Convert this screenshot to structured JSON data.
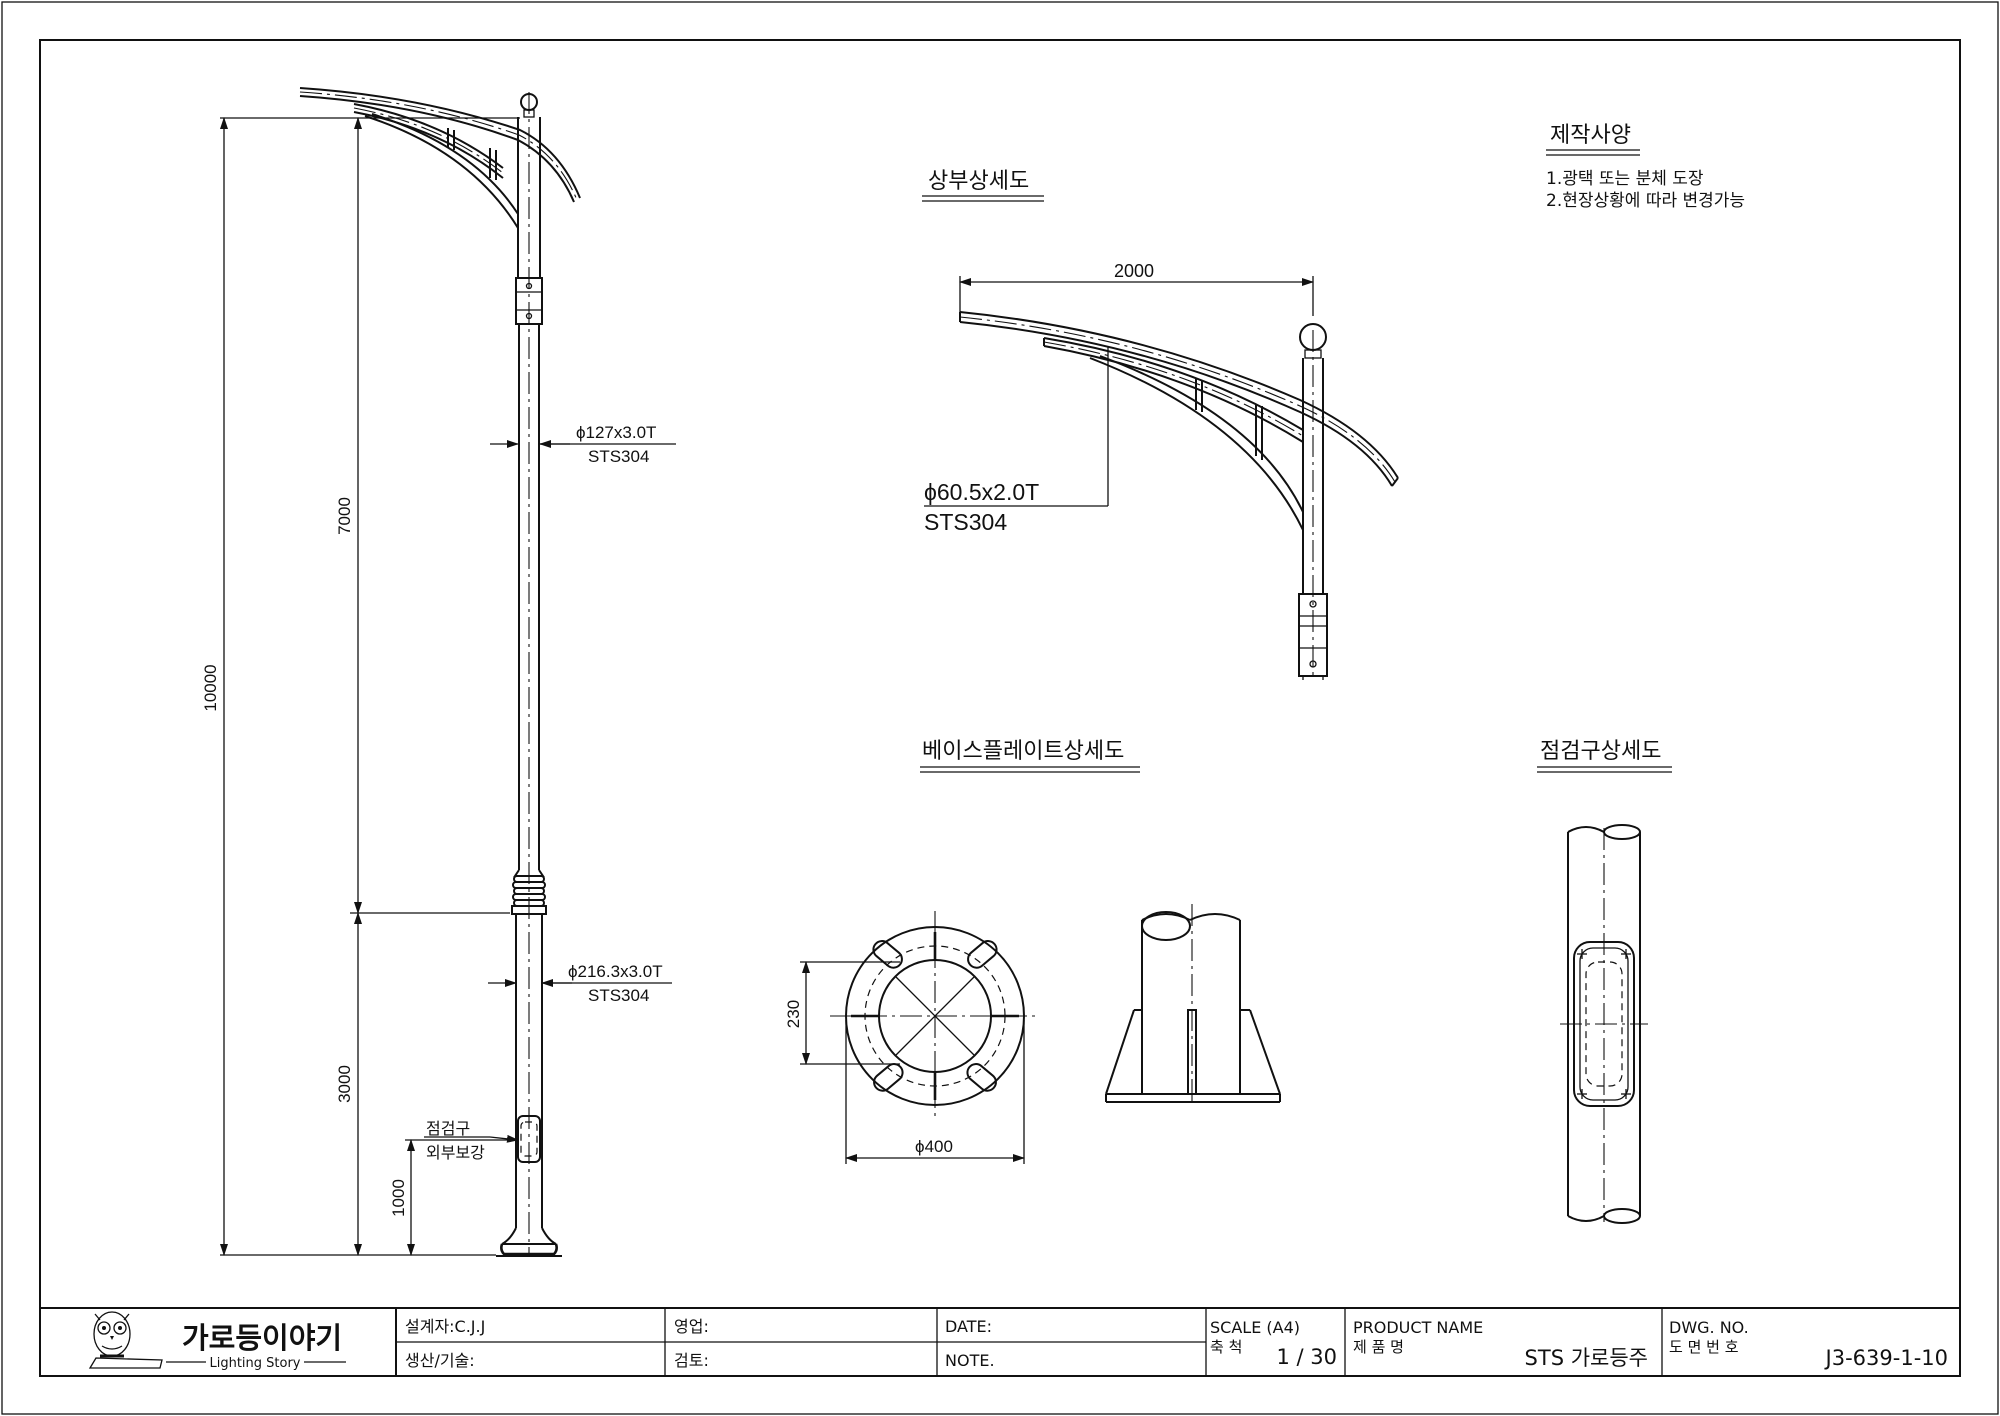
{
  "colors": {
    "ink": "#111111",
    "paper": "#ffffff"
  },
  "dimensions": {
    "total_height": "10000",
    "upper_height": "7000",
    "lower_height": "3000",
    "inspection_height": "1000",
    "arm_length": "2000",
    "base_inner": "230",
    "base_diameter": "ϕ400"
  },
  "callouts": {
    "upper_pipe_size": "ϕ127x3.0T",
    "upper_pipe_material": "STS304",
    "lower_pipe_size": "ϕ216.3x3.0T",
    "lower_pipe_material": "STS304",
    "arm_pipe_size": "ϕ60.5x2.0T",
    "arm_pipe_material": "STS304",
    "inspection_label": "점검구",
    "reinforcement_label": "외부보강"
  },
  "views": {
    "top_detail": "상부상세도",
    "base_detail": "베이스플레이트상세도",
    "inspection_detail": "점검구상세도"
  },
  "specs": {
    "title": "제작사양",
    "items": [
      "1.광택 또는 분체 도장",
      "2.현장상황에 따라 변경가능"
    ]
  },
  "title_block": {
    "logo_mark": "owl-logo-icon",
    "company_name": "가로등이야기",
    "company_sub": "Lighting Story",
    "designer": "설계자:C.J.J",
    "production": "생산/기술:",
    "sales": "영업:",
    "review": "검토:",
    "date": "DATE:",
    "note": "NOTE.",
    "scale_label": "SCALE (A4)",
    "scale_kr": "축 척",
    "scale_value": "1 / 30",
    "product_label": "PRODUCT NAME",
    "product_kr": "제 품 명",
    "product_value": "STS 가로등주",
    "dwg_label": "DWG. NO.",
    "dwg_kr": "도 면 번 호",
    "dwg_value": "J3-639-1-10"
  }
}
